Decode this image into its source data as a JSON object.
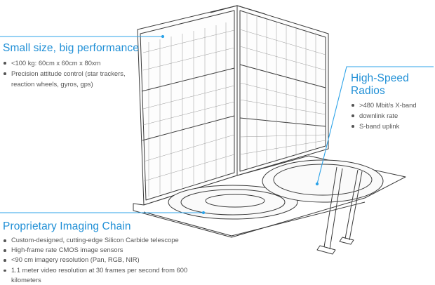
{
  "callouts": {
    "size": {
      "title": "Small size, big performance",
      "bullets": [
        "<100 kg: 60cm x 60cm x 80xm",
        "Precision attitude control (star trackers, reaction wheels, gyros, gps)"
      ]
    },
    "radios": {
      "title": "High-Speed Radios",
      "bullets": [
        ">480 Mbit/s X-band",
        "downlink rate",
        "S-band uplink"
      ]
    },
    "imaging": {
      "title": "Proprietary Imaging Chain",
      "bullets": [
        "Custom-designed, cutting-edge Silicon Carbide telescope",
        "High-frame rate CMOS image sensors",
        "<90 cm imagery resolution (Pan, RGB, NIR)",
        "1.1 meter video resolution at 30 frames per second from 600 kilometers"
      ]
    }
  },
  "colors": {
    "accent": "#1f8fd6",
    "line": "#3a3a3a",
    "leader": "#2ea3e8"
  }
}
